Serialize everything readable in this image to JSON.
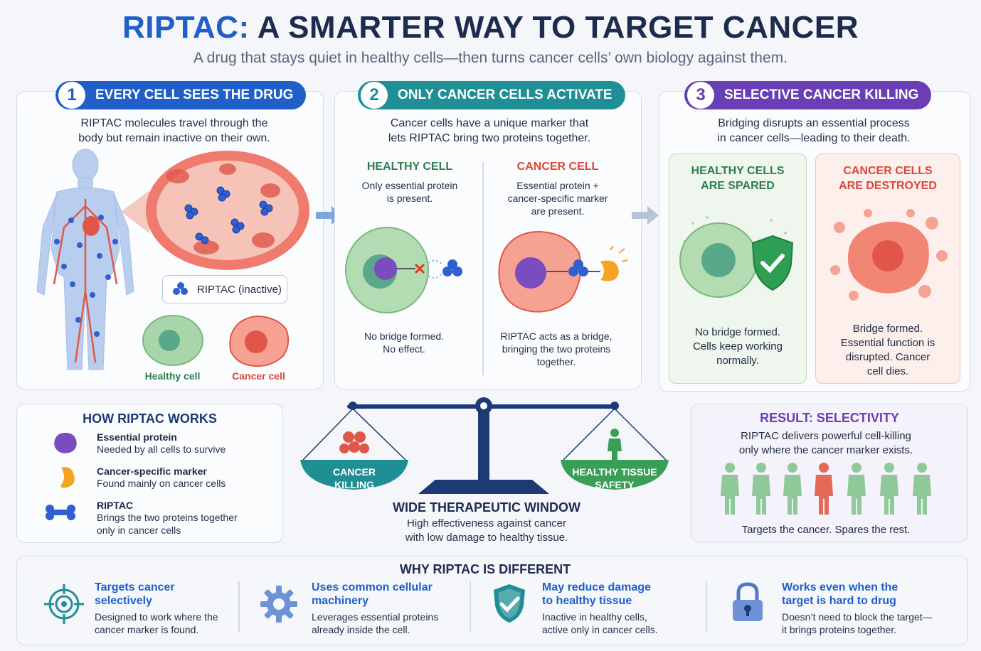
{
  "header": {
    "title_accent": "RIPTAC:",
    "title_rest": "A SMARTER WAY TO TARGET CANCER",
    "subtitle": "A drug that stays quiet in healthy cells—then turns cancer cells’ own biology against them."
  },
  "step1": {
    "num": "1",
    "title": "EVERY CELL SEES THE DRUG",
    "desc_line1": "RIPTAC molecules travel through the",
    "desc_line2": "body but remain inactive on their own.",
    "legend": "RIPTAC (inactive)",
    "healthy_label": "Healthy cell",
    "cancer_label": "Cancer cell"
  },
  "step2": {
    "num": "2",
    "title": "ONLY CANCER CELLS ACTIVATE",
    "desc_line1": "Cancer cells have a unique marker that",
    "desc_line2": "lets RIPTAC bring two proteins together.",
    "healthy_head": "HEALTHY CELL",
    "healthy_sub_line1": "Only essential protein",
    "healthy_sub_line2": "is present.",
    "cancer_head": "CANCER CELL",
    "cancer_sub_line1": "Essential protein +",
    "cancer_sub_line2": "cancer-specific marker",
    "cancer_sub_line3": "are present.",
    "healthy_result_line1": "No bridge formed.",
    "healthy_result_line2": "No effect.",
    "cancer_result_line1": "RIPTAC acts as a bridge,",
    "cancer_result_line2": "bringing the two proteins",
    "cancer_result_line3": "together."
  },
  "step3": {
    "num": "3",
    "title": "SELECTIVE CANCER KILLING",
    "desc_line1": "Bridging disrupts an essential process",
    "desc_line2": "in cancer cells—leading to their death.",
    "healthy_head_line1": "HEALTHY CELLS",
    "healthy_head_line2": "ARE SPARED",
    "cancer_head_line1": "CANCER CELLS",
    "cancer_head_line2": "ARE DESTROYED",
    "healthy_result_line1": "No bridge formed.",
    "healthy_result_line2": "Cells keep working",
    "healthy_result_line3": "normally.",
    "cancer_result_line1": "Bridge formed.",
    "cancer_result_line2": "Essential function is",
    "cancer_result_line3": "disrupted. Cancer",
    "cancer_result_line4": "cell dies."
  },
  "how": {
    "title": "HOW RIPTAC WORKS",
    "items": [
      {
        "title": "Essential protein",
        "line1": "Needed by all cells to survive",
        "line2": ""
      },
      {
        "title": "Cancer-specific marker",
        "line1": "Found mainly on cancer cells",
        "line2": ""
      },
      {
        "title": "RIPTAC",
        "line1": "Brings the two proteins together",
        "line2": "only in cancer cells"
      }
    ]
  },
  "window": {
    "left_line1": "CANCER",
    "left_line2": "KILLING",
    "right_line1": "HEALTHY TISSUE",
    "right_line2": "SAFETY",
    "title": "WIDE THERAPEUTIC WINDOW",
    "desc_line1": "High effectiveness against cancer",
    "desc_line2": "with low damage to healthy tissue."
  },
  "result": {
    "title": "RESULT:  SELECTIVITY",
    "desc_line1": "RIPTAC delivers powerful cell-killing",
    "desc_line2": "only where the cancer marker exists.",
    "footer": "Targets the cancer. Spares the rest."
  },
  "why": {
    "title": "WHY RIPTAC IS DIFFERENT",
    "items": [
      {
        "t1": "Targets cancer",
        "t2": "selectively",
        "d1": "Designed to work where the",
        "d2": "cancer marker is found.",
        "icon": "target-icon"
      },
      {
        "t1": "Uses common cellular",
        "t2": "machinery",
        "d1": "Leverages essential proteins",
        "d2": "already inside the cell.",
        "icon": "gear-icon"
      },
      {
        "t1": "May reduce damage",
        "t2": "to healthy tissue",
        "d1": "Inactive in healthy cells,",
        "d2": "active only in cancer cells.",
        "icon": "shield-check-icon"
      },
      {
        "t1": "Works even when the",
        "t2": "target is hard to drug",
        "d1": "Doesn’t need to block the target—",
        "d2": "it brings proteins together.",
        "icon": "lock-icon"
      }
    ]
  },
  "colors": {
    "blue": "#1f5fc7",
    "teal": "#1f8f95",
    "purple": "#6a3fb5",
    "green": "#2e7d4f",
    "red": "#d9473a"
  }
}
